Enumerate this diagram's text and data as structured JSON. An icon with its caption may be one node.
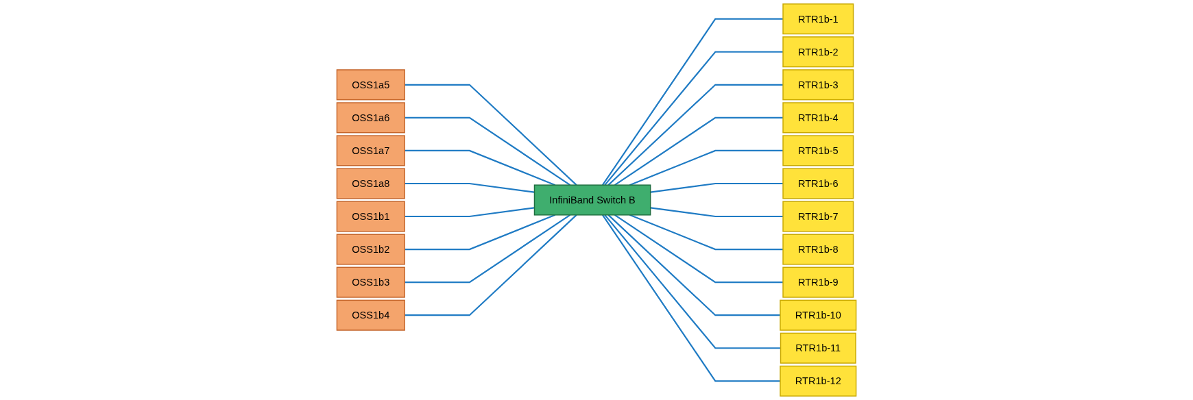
{
  "diagram": {
    "nodes": [
      {
        "text": [
          "OSS1a5"
        ]
      },
      {
        "text": [
          "OSS1a6"
        ]
      },
      {
        "text": [
          "OSS1a7"
        ]
      },
      {
        "text": [
          "OSS1a8"
        ]
      },
      {
        "text": [
          "OSS1b1"
        ]
      },
      {
        "text": [
          "OSS1b2"
        ]
      },
      {
        "text": [
          "OSS1b3"
        ]
      },
      {
        "text": [
          "OSS1b4"
        ]
      },
      {
        "text": [
          "InfiniBand Switch B"
        ]
      },
      {
        "text": [
          "RTR1b-1"
        ]
      },
      {
        "text": [
          "RTR1b-2"
        ]
      },
      {
        "text": [
          "RTR1b-3"
        ]
      },
      {
        "text": [
          "RTR1b-4"
        ]
      },
      {
        "text": [
          "RTR1b-5"
        ]
      },
      {
        "text": [
          "RTR1b-6"
        ]
      },
      {
        "text": [
          "RTR1b-7"
        ]
      },
      {
        "text": [
          "RTR1b-8"
        ]
      },
      {
        "text": [
          "RTR1b-9"
        ]
      },
      {
        "text": [
          "RTR1b-10"
        ]
      },
      {
        "text": [
          "RTR1b-11"
        ]
      },
      {
        "text": [
          "RTR1b-12"
        ]
      }
    ],
    "edges": [
      {
        "from": 0,
        "to": 8,
        "arrow": "none"
      },
      {
        "from": 1,
        "to": 8,
        "arrow": "none"
      },
      {
        "from": 2,
        "to": 8,
        "arrow": "none"
      },
      {
        "from": 3,
        "to": 8,
        "arrow": "none"
      },
      {
        "from": 4,
        "to": 8,
        "arrow": "none"
      },
      {
        "from": 5,
        "to": 8,
        "arrow": "none"
      },
      {
        "from": 6,
        "to": 8,
        "arrow": "none"
      },
      {
        "from": 7,
        "to": 8,
        "arrow": "none"
      },
      {
        "from": 8,
        "to": 9,
        "arrow": "none"
      },
      {
        "from": 8,
        "to": 10,
        "arrow": "none"
      },
      {
        "from": 8,
        "to": 11,
        "arrow": "none"
      },
      {
        "from": 8,
        "to": 12,
        "arrow": "none"
      },
      {
        "from": 8,
        "to": 13,
        "arrow": "none"
      },
      {
        "from": 8,
        "to": 14,
        "arrow": "none"
      },
      {
        "from": 8,
        "to": 15,
        "arrow": "none"
      },
      {
        "from": 8,
        "to": 16,
        "arrow": "none"
      },
      {
        "from": 8,
        "to": 17,
        "arrow": "none"
      },
      {
        "from": 8,
        "to": 18,
        "arrow": "none"
      },
      {
        "from": 8,
        "to": 19,
        "arrow": "none"
      },
      {
        "from": 8,
        "to": 20,
        "arrow": "none"
      }
    ]
  }
}
